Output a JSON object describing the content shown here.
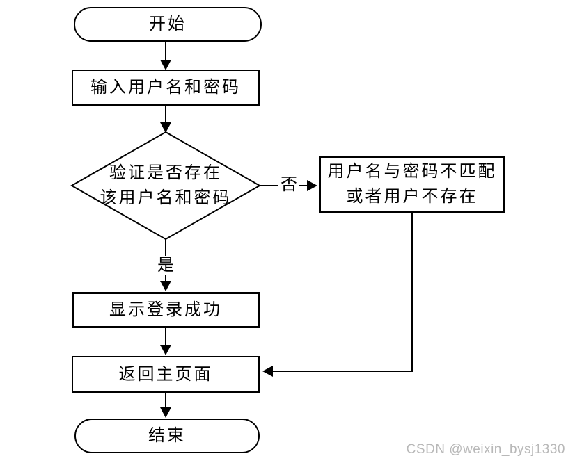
{
  "diagram": {
    "type": "flowchart",
    "topic": "user-login-verification",
    "colors": {
      "stroke": "#000000",
      "node_fill": "#ffffff",
      "text": "#000000",
      "watermark": "#b8b8b8"
    },
    "nodes": {
      "start": {
        "type": "terminator",
        "label": "开始"
      },
      "input": {
        "type": "process",
        "label": "输入用户名和密码"
      },
      "verify": {
        "type": "decision",
        "label_line1": "验证是否存在",
        "label_line2": "该用户名和密码"
      },
      "mismatch": {
        "type": "process",
        "label_line1": "用户名与密码不匹配",
        "label_line2": "或者用户不存在"
      },
      "success": {
        "type": "process",
        "label": "显示登录成功"
      },
      "return_main": {
        "type": "process",
        "label": "返回主页面"
      },
      "end": {
        "type": "terminator",
        "label": "结束"
      }
    },
    "edges": {
      "start_to_input": {
        "from": "start",
        "to": "input",
        "label": ""
      },
      "input_to_verify": {
        "from": "input",
        "to": "verify",
        "label": ""
      },
      "verify_to_mismatch": {
        "from": "verify",
        "to": "mismatch",
        "label": "否"
      },
      "verify_to_success": {
        "from": "verify",
        "to": "success",
        "label": "是"
      },
      "success_to_return": {
        "from": "success",
        "to": "return_main",
        "label": ""
      },
      "return_to_end": {
        "from": "return_main",
        "to": "end",
        "label": ""
      },
      "mismatch_to_return": {
        "from": "mismatch",
        "to": "return_main",
        "label": ""
      }
    }
  },
  "watermark": {
    "text": "CSDN @weixin_bysj1330"
  }
}
